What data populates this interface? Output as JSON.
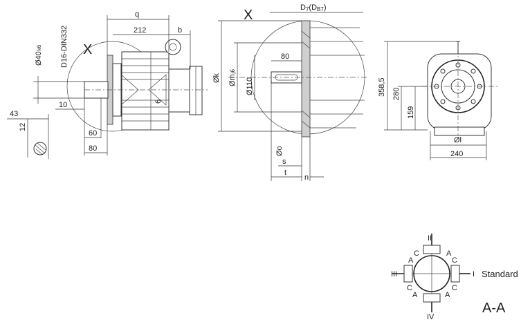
{
  "labels": {
    "view_x_left": "X",
    "view_x_center": "X",
    "section_aa": "A-A",
    "standard": "Standard"
  },
  "left_view": {
    "q": "q",
    "d212": "212",
    "b": "b",
    "shaft_dia": "Ø40",
    "shaft_tol": "k6",
    "din": "D16-DIN332",
    "d43": "43",
    "d12": "12",
    "d10": "10",
    "d6": "6",
    "d60": "60",
    "d80": "80"
  },
  "center_view": {
    "d7": "D",
    "d7_sub1": "7",
    "d7_paren": "(D",
    "d7_sub2": "B7",
    "d7_close": ")",
    "dk": "Øk",
    "dm": "Øm",
    "dm_tol": "j6",
    "d110": "Ø110",
    "d80": "80",
    "do": "Øo",
    "s": "s",
    "t": "t",
    "n": "n"
  },
  "right_view": {
    "d3585": "358,5",
    "d280": "280",
    "d159": "159",
    "dl": "Øl",
    "d240": "240"
  },
  "aa_section": {
    "pos_1": "I",
    "pos_2": "II",
    "pos_3": "III",
    "pos_4": "IV",
    "a": "A",
    "c": "C"
  }
}
